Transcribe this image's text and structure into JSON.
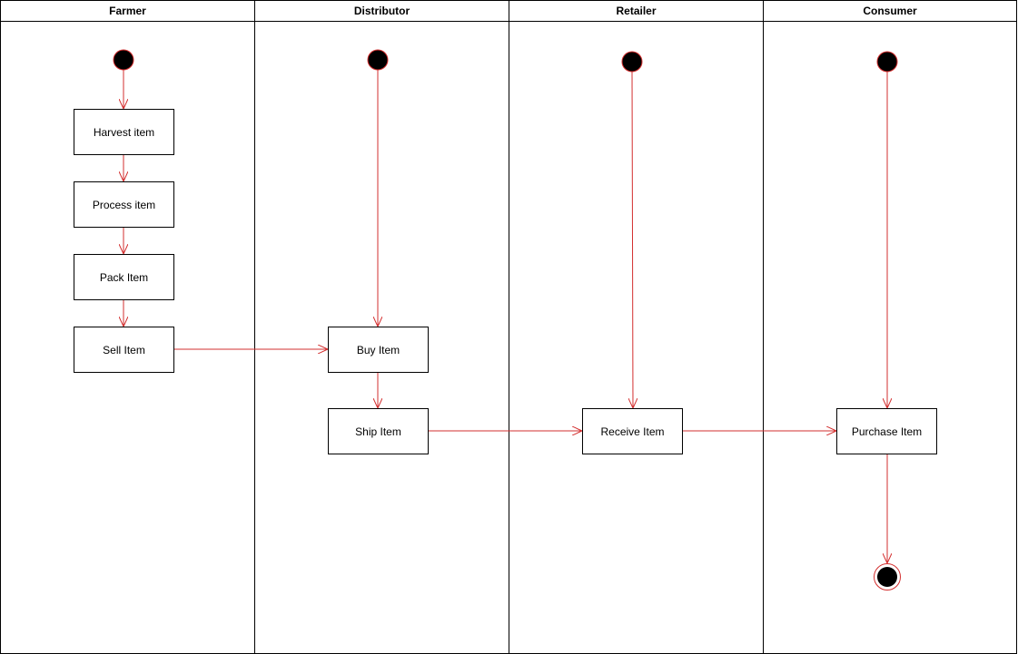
{
  "diagram": {
    "type": "uml-activity-swimlane",
    "colors": {
      "flow": "#d32f2f",
      "node_fill": "#000000",
      "border": "#000000",
      "background": "#ffffff"
    },
    "lanes": [
      {
        "id": "farmer",
        "title": "Farmer"
      },
      {
        "id": "distributor",
        "title": "Distributor"
      },
      {
        "id": "retailer",
        "title": "Retailer"
      },
      {
        "id": "consumer",
        "title": "Consumer"
      }
    ],
    "actions": [
      {
        "id": "harvest",
        "lane": "farmer",
        "label": "Harvest item"
      },
      {
        "id": "process",
        "lane": "farmer",
        "label": "Process item"
      },
      {
        "id": "pack",
        "lane": "farmer",
        "label": "Pack Item"
      },
      {
        "id": "sell",
        "lane": "farmer",
        "label": "Sell Item"
      },
      {
        "id": "buy",
        "lane": "distributor",
        "label": "Buy Item"
      },
      {
        "id": "ship",
        "lane": "distributor",
        "label": "Ship Item"
      },
      {
        "id": "receive",
        "lane": "retailer",
        "label": "Receive Item"
      },
      {
        "id": "purchase",
        "lane": "consumer",
        "label": "Purchase Item"
      }
    ],
    "initial_nodes": [
      {
        "id": "start-farmer",
        "lane": "farmer"
      },
      {
        "id": "start-distributor",
        "lane": "distributor"
      },
      {
        "id": "start-retailer",
        "lane": "retailer"
      },
      {
        "id": "start-consumer",
        "lane": "consumer"
      }
    ],
    "final_nodes": [
      {
        "id": "end-consumer",
        "lane": "consumer"
      }
    ],
    "flows": [
      {
        "from": "start-farmer",
        "to": "harvest"
      },
      {
        "from": "harvest",
        "to": "process"
      },
      {
        "from": "process",
        "to": "pack"
      },
      {
        "from": "pack",
        "to": "sell"
      },
      {
        "from": "sell",
        "to": "buy"
      },
      {
        "from": "start-distributor",
        "to": "buy"
      },
      {
        "from": "buy",
        "to": "ship"
      },
      {
        "from": "ship",
        "to": "receive"
      },
      {
        "from": "start-retailer",
        "to": "receive"
      },
      {
        "from": "receive",
        "to": "purchase"
      },
      {
        "from": "start-consumer",
        "to": "purchase"
      },
      {
        "from": "purchase",
        "to": "end-consumer"
      }
    ]
  }
}
